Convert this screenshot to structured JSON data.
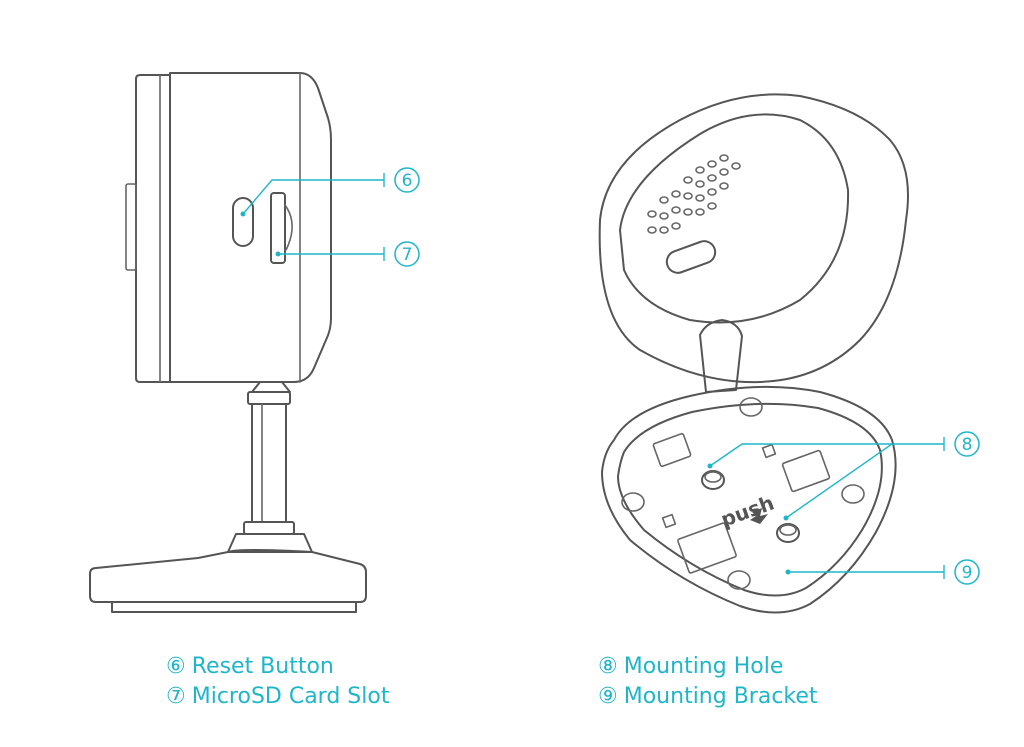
{
  "colors": {
    "accent": "#1fb6c9",
    "outline": "#555555",
    "background": "#ffffff"
  },
  "callouts": [
    {
      "number": "⑥",
      "label": "Reset Button"
    },
    {
      "number": "⑦",
      "label": "MicroSD Card Slot"
    },
    {
      "number": "⑧",
      "label": "Mounting Hole"
    },
    {
      "number": "⑨",
      "label": "Mounting Bracket"
    }
  ],
  "embossed_text": "push"
}
